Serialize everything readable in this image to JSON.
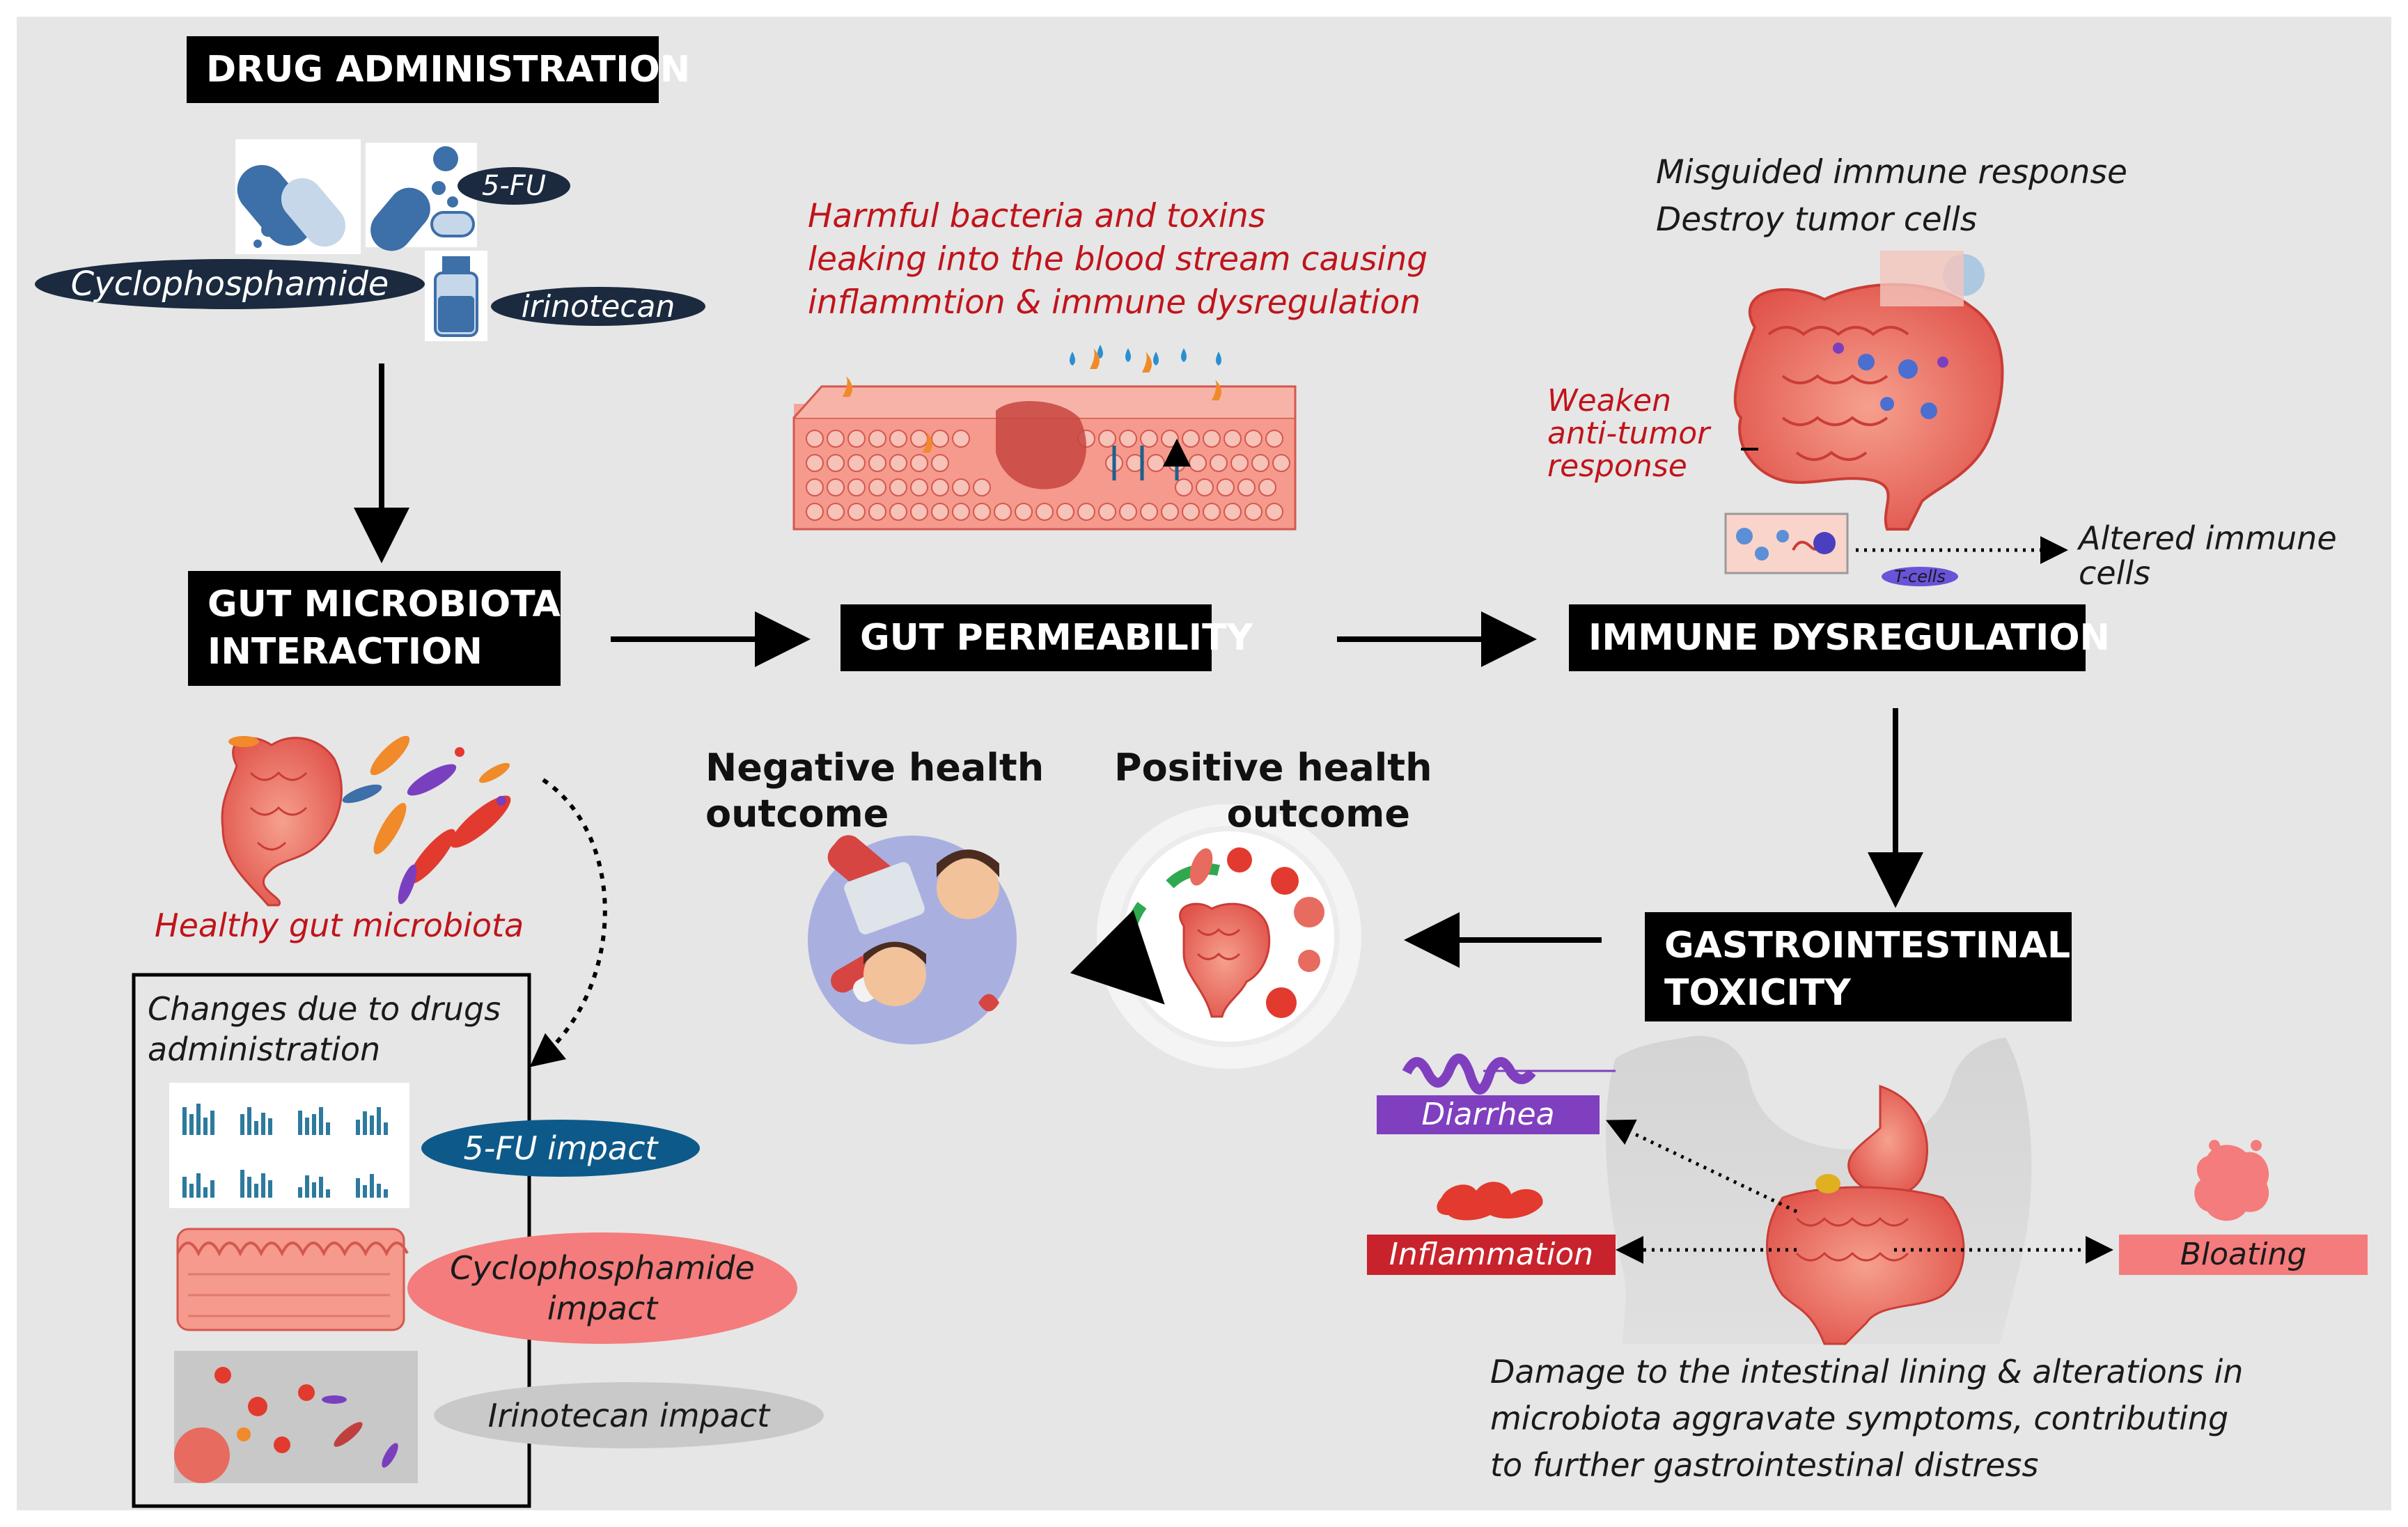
{
  "stages": {
    "drug_administration": "DRUG ADMINISTRATION",
    "gut_microbiota_line1": "GUT MICROBIOTA",
    "gut_microbiota_line2": "INTERACTION",
    "gut_permeability": "GUT PERMEABILITY",
    "immune_dysregulation": "IMMUNE DYSREGULATION",
    "gi_toxicity_line1": "GASTROINTESTINAL",
    "gi_toxicity_line2": "TOXICITY"
  },
  "drugs": {
    "fu": "5-FU",
    "cyclophosphamide": "Cyclophosphamide",
    "irinotecan": "irinotecan"
  },
  "microbiota": {
    "healthy_label": "Healthy gut microbiota",
    "changes_line1": "Changes due to drugs",
    "changes_line2": "administration",
    "fu_impact": "5-FU impact",
    "cyclo_impact_line1": "Cyclophosphamide",
    "cyclo_impact_line2": "impact",
    "irinotecan_impact": "Irinotecan impact"
  },
  "permeability": {
    "line1": "Harmful bacteria and toxins",
    "line2": "leaking into the blood stream causing",
    "line3": "inflammtion & immune dysregulation"
  },
  "immune": {
    "line1": "Misguided immune response",
    "line2": "Destroy tumor cells",
    "weaken_line1": "Weaken",
    "weaken_line2": "anti-tumor",
    "weaken_line3": "response",
    "altered_line1": "Altered immune",
    "altered_line2": "cells",
    "tcells": "T-cells"
  },
  "outcomes": {
    "negative_line1": "Negative health",
    "negative_line2": "outcome",
    "positive_line1": "Positive health",
    "positive_line2": "outcome"
  },
  "symptoms": {
    "diarrhea": "Diarrhea",
    "inflammation": "Inflammation",
    "bloating": "Bloating"
  },
  "damage": {
    "line1": "Damage to the intestinal lining & alterations in",
    "line2": "microbiota aggravate symptoms, contributing",
    "line3": "to further gastrointestinal distress"
  },
  "colors": {
    "stage_bg": "#000000",
    "accent_red": "#c0141b",
    "navy": "#1b2a3f",
    "blue": "#1f5f8f",
    "salmon": "#f47c7c",
    "grey_pill": "#c9c9c9",
    "diarrhea": "#7f3fbf",
    "inflammation": "#c8232c",
    "bloating": "#f47c7c"
  }
}
